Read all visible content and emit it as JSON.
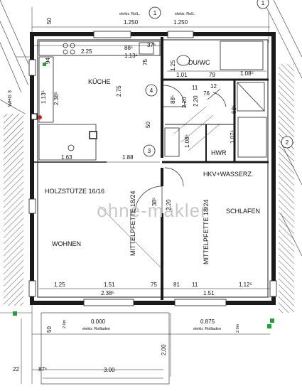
{
  "rooms": {
    "kueche": "KÜCHE",
    "du_wc": "DU/WC",
    "hwr": "HWR",
    "hkv": "HKV+WASSERZ.",
    "schlafen": "SCHLAFEN",
    "wohnen": "WOHNEN"
  },
  "beams": {
    "holzstuetze": "HOLZSTÜTZE 16/16",
    "mittelpfette_left": "MITTELPFETTE 18/24",
    "mittelpfette_right": "MITTELPFETTE 18/24"
  },
  "watermark": "ohne-makler",
  "side_label": "WHG 3",
  "circle_markers": [
    "1",
    "1",
    "2",
    "3",
    "4"
  ],
  "top_dims": {
    "d50": "50",
    "elektr_left": "elektr. RolL.",
    "elektr_right": "elektr. RolL.",
    "w1250_left": "1.250",
    "w1250_right": "1.250",
    "d225": "2.25",
    "d88": "88⁵",
    "d37": "37⁵",
    "d113": "1.13⁵",
    "d94": "94",
    "d75": "75",
    "d125v": "1.25",
    "d101": "1.01",
    "d79": "79",
    "d108": "1.08⁵"
  },
  "mid_dims": {
    "d113b": "1.13⁵",
    "d238": "2.38⁵",
    "d275": "2.75",
    "d88b": "88⁵",
    "d220a": "2.20",
    "d220b": "2.20",
    "d11": "11",
    "d76": "76",
    "d12": "12",
    "d68": "68⁵",
    "d50b": "50",
    "d108b": "1.08⁵",
    "d107": "1.07⁵",
    "d163": "1.63",
    "d188": "1.88",
    "d38": "38⁵",
    "d220c": "2.20"
  },
  "bottom_dims": {
    "d125": "1.25",
    "d151a": "1.51",
    "d75": "75",
    "d81": "81",
    "d11b": "11",
    "d112": "1.12⁵",
    "d238b": "2.38⁵",
    "d151b": "1.51",
    "d50": "50",
    "w0000": "0.000",
    "w0875": "0.875",
    "elektr_left": "elektr. Rollladen",
    "elektr_right": "elektr. Rollladen",
    "d200": "2.00",
    "d22": "22",
    "d87": "87⁵",
    "d300": "3.00",
    "d2m_a": "2.0m",
    "d2m_b": "2.0m"
  },
  "colors": {
    "wall": "#1a1a1a",
    "hatch": "#444444",
    "marker_green": "#2e9b3b",
    "marker_red": "#c62828",
    "watermark": "#c9c9c9"
  }
}
